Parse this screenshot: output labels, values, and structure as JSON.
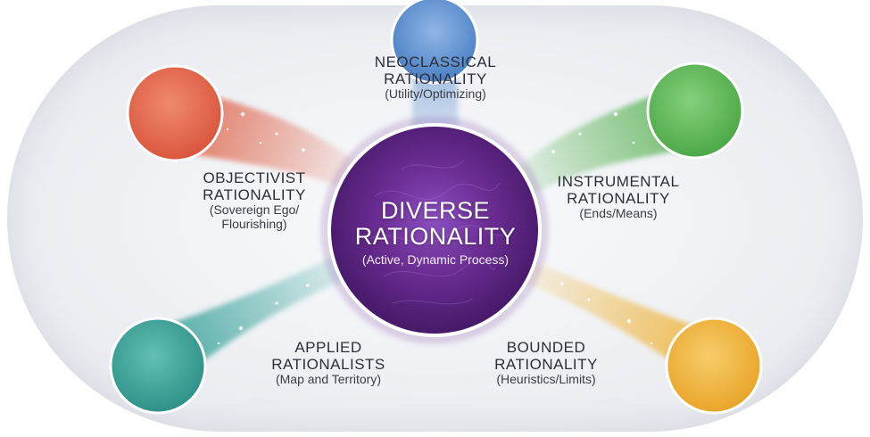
{
  "center": {
    "title_line1": "DIVERSE",
    "title_line2": "RATIONALITY",
    "subtitle": "(Active, Dynamic Process)",
    "color": "#6a2c91"
  },
  "nodes": [
    {
      "key": "neoclassical",
      "title_line1": "NEOCLASSICAL",
      "title_line2": "RATIONALITY",
      "sub_line1": "(Utility/Optimizing)",
      "sub_line2": "",
      "color": "#5b8fd0"
    },
    {
      "key": "objectivist",
      "title_line1": "OBJECTIVIST",
      "title_line2": "RATIONALITY",
      "sub_line1": "(Sovereign Ego/",
      "sub_line2": "Flourishing)",
      "color": "#e0694f"
    },
    {
      "key": "instrumental",
      "title_line1": "INSTRUMENTAL",
      "title_line2": "RATIONALITY",
      "sub_line1": "(Ends/Means)",
      "sub_line2": "",
      "color": "#5fb55a"
    },
    {
      "key": "applied",
      "title_line1": "APPLIED",
      "title_line2": "RATIONALISTS",
      "sub_line1": "(Map and Territory)",
      "sub_line2": "",
      "color": "#3aa39a"
    },
    {
      "key": "bounded",
      "title_line1": "BOUNDED",
      "title_line2": "RATIONALITY",
      "sub_line1": "(Heuristics/Limits)",
      "sub_line2": "",
      "color": "#f0b53c"
    }
  ]
}
